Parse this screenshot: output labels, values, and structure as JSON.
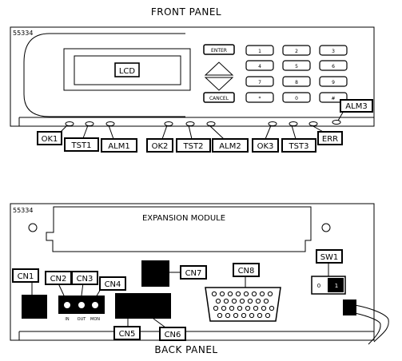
{
  "front_panel": {
    "title": "FRONT PANEL",
    "model": "55334",
    "lcd_label": "LCD",
    "enter_label": "ENTER",
    "cancel_label": "CANCEL",
    "keys": [
      "1",
      "2",
      "3",
      "4",
      "5",
      "6",
      "7",
      "8",
      "9",
      "*",
      "0",
      "#"
    ],
    "callouts": {
      "ok1": "OK1",
      "tst1": "TST1",
      "alm1": "ALM1",
      "ok2": "OK2",
      "tst2": "TST2",
      "alm2": "ALM2",
      "ok3": "OK3",
      "tst3": "TST3",
      "err": "ERR",
      "alm3": "ALM3"
    }
  },
  "back_panel": {
    "title": "BACK PANEL",
    "model": "55334",
    "expansion_label": "EXPANSION MODULE",
    "callouts": {
      "cn1": "CN1",
      "cn2": "CN2",
      "cn3": "CN3",
      "cn4": "CN4",
      "cn5": "CN5",
      "cn6": "CN6",
      "cn7": "CN7",
      "cn8": "CN8",
      "sw1": "SW1"
    },
    "cn_sub_labels": [
      "IN",
      "OUT",
      "MON"
    ],
    "switch_marks": [
      "0",
      "1"
    ]
  }
}
